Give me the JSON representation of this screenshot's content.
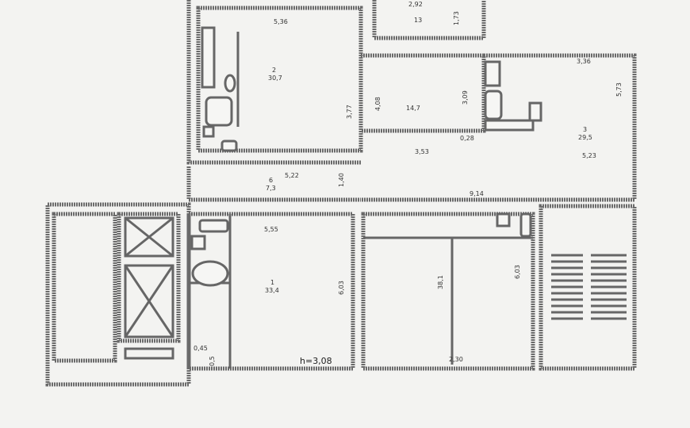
{
  "plan": {
    "labels": {
      "top_corridor_width": "2,92",
      "top_room_number": "13",
      "top_room_depth": "1,73",
      "room2_width": "5,36",
      "room2_number": "2",
      "room2_area": "30,7",
      "room2_depth": "3,77",
      "room_mid_left_depth": "4,08",
      "room_mid_area": "14,7",
      "room_mid_right_depth": "3,09",
      "gap": "0,28",
      "mid_width": "3,53",
      "room3_width": "3,36",
      "room3_depth": "5,73",
      "room3_number": "3",
      "room3_area": "29,5",
      "room3_inner": "5,23",
      "corridor_width": "5,22",
      "corridor_number": "6",
      "corridor_area": "7,3",
      "corridor_depth": "1,40",
      "total_width": "9,14",
      "room1_width": "5,55",
      "room1_number": "1",
      "room1_area": "33,4",
      "room1_depth": "6,03",
      "room4_area": "38,1",
      "room4_depth": "6,03",
      "room4_partition": "2,30",
      "niche_width": "0,45",
      "niche_depth": "0,5",
      "ceiling_height": "h=3,08"
    }
  }
}
